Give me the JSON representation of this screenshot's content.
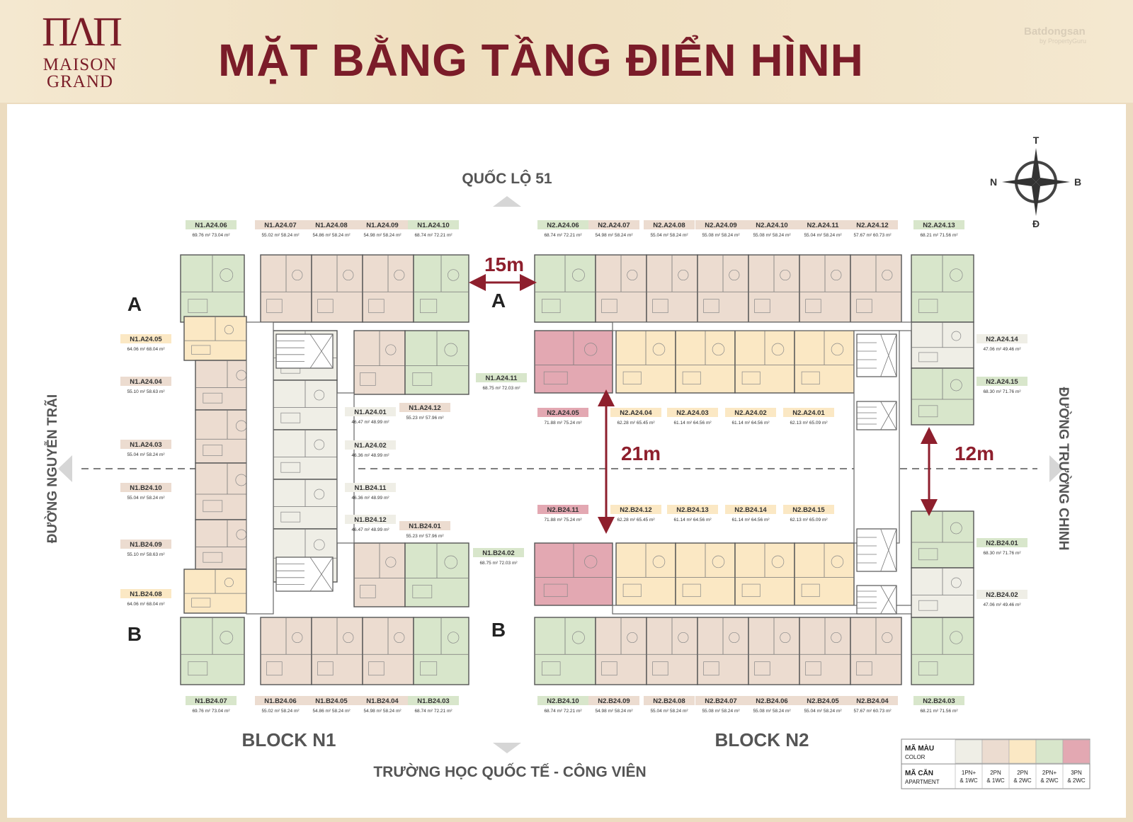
{
  "header": {
    "title": "MẶT BẰNG TẦNG ĐIỂN HÌNH",
    "logo_line1": "MAISON",
    "logo_line2": "GRAND",
    "watermark": "Batdongsan",
    "watermark_sub": "by PropertyGuru"
  },
  "roads": {
    "north": "QUỐC LỘ 51",
    "south": "TRƯỜNG HỌC QUỐC TẾ - CÔNG VIÊN",
    "west": "ĐƯỜNG NGUYỄN TRÃI",
    "east": "ĐƯỜNG TRƯỜNG CHINH"
  },
  "compass": {
    "n": "T",
    "s": "Đ",
    "w": "N",
    "e": "B"
  },
  "distances": {
    "d15": "15m",
    "d21": "21m",
    "d12": "12m"
  },
  "wings": {
    "a": "A",
    "b": "B"
  },
  "blocks": {
    "n1": "BLOCK N1",
    "n2": "BLOCK N2"
  },
  "legend": {
    "color_label": "MÃ MÀU",
    "color_sub": "COLOR",
    "apt_label": "MÃ CĂN",
    "apt_sub": "APARTMENT",
    "items": [
      {
        "l1": "1PN+",
        "l2": "& 1WC",
        "color": "#efeee6"
      },
      {
        "l1": "2PN",
        "l2": "& 1WC",
        "color": "#ecdcd0"
      },
      {
        "l1": "2PN",
        "l2": "& 2WC",
        "color": "#fbe8c4"
      },
      {
        "l1": "2PN+",
        "l2": "& 2WC",
        "color": "#d8e6cb"
      },
      {
        "l1": "3PN",
        "l2": "& 2WC",
        "color": "#e3a8b2"
      }
    ]
  },
  "colors": {
    "c1": "#efeee6",
    "c2": "#ecdcd0",
    "c3": "#fbe8c4",
    "c4": "#d8e6cb",
    "c5": "#e3a8b2",
    "accent": "#7b1c29"
  },
  "units": [
    {
      "code": "N1.A24.06",
      "area": "69.76 m²  73.04 m²",
      "t": "c4"
    },
    {
      "code": "N1.A24.07",
      "area": "55.02 m²  58.24 m²",
      "t": "c2"
    },
    {
      "code": "N1.A24.08",
      "area": "54.86 m²  58.24 m²",
      "t": "c2"
    },
    {
      "code": "N1.A24.09",
      "area": "54.98 m²  58.24 m²",
      "t": "c2"
    },
    {
      "code": "N1.A24.10",
      "area": "68.74 m²  72.21 m²",
      "t": "c4"
    },
    {
      "code": "N1.A24.05",
      "area": "64.06 m²  68.04 m²",
      "t": "c3"
    },
    {
      "code": "N1.A24.04",
      "area": "55.10 m²  58.63 m²",
      "t": "c2"
    },
    {
      "code": "N1.A24.03",
      "area": "55.04 m²  58.24 m²",
      "t": "c2"
    },
    {
      "code": "N1.B24.10",
      "area": "55.04 m²  58.24 m²",
      "t": "c2"
    },
    {
      "code": "N1.B24.09",
      "area": "55.10 m²  58.63 m²",
      "t": "c2"
    },
    {
      "code": "N1.B24.08",
      "area": "64.06 m²  68.04 m²",
      "t": "c3"
    },
    {
      "code": "N1.A24.11",
      "area": "68.75 m²  72.03 m²",
      "t": "c4"
    },
    {
      "code": "N1.A24.01",
      "area": "46.47 m²  48.99 m²",
      "t": "c1"
    },
    {
      "code": "N1.A24.12",
      "area": "55.23 m²  57.96 m²",
      "t": "c2"
    },
    {
      "code": "N1.A24.02",
      "area": "46.36 m²  48.99 m²",
      "t": "c1"
    },
    {
      "code": "N1.B24.11",
      "area": "46.36 m²  48.99 m²",
      "t": "c1"
    },
    {
      "code": "N1.B24.12",
      "area": "46.47 m²  48.99 m²",
      "t": "c1"
    },
    {
      "code": "N1.B24.01",
      "area": "55.23 m²  57.96 m²",
      "t": "c2"
    },
    {
      "code": "N1.B24.02",
      "area": "68.75 m²  72.03 m²",
      "t": "c4"
    },
    {
      "code": "N1.B24.07",
      "area": "69.76 m²  73.04 m²",
      "t": "c4"
    },
    {
      "code": "N1.B24.06",
      "area": "55.02 m²  58.24 m²",
      "t": "c2"
    },
    {
      "code": "N1.B24.05",
      "area": "54.86 m²  58.24 m²",
      "t": "c2"
    },
    {
      "code": "N1.B24.04",
      "area": "54.98 m²  58.24 m²",
      "t": "c2"
    },
    {
      "code": "N1.B24.03",
      "area": "68.74 m²  72.21 m²",
      "t": "c4"
    },
    {
      "code": "N2.A24.06",
      "area": "68.74 m²  72.21 m²",
      "t": "c4"
    },
    {
      "code": "N2.A24.07",
      "area": "54.98 m²  58.24 m²",
      "t": "c2"
    },
    {
      "code": "N2.A24.08",
      "area": "55.04 m²  58.24 m²",
      "t": "c2"
    },
    {
      "code": "N2.A24.09",
      "area": "55.08 m²  58.24 m²",
      "t": "c2"
    },
    {
      "code": "N2.A24.10",
      "area": "55.08 m²  58.24 m²",
      "t": "c2"
    },
    {
      "code": "N2.A24.11",
      "area": "55.04 m²  58.24 m²",
      "t": "c2"
    },
    {
      "code": "N2.A24.12",
      "area": "57.67 m²  60.73 m²",
      "t": "c2"
    },
    {
      "code": "N2.A24.13",
      "area": "68.21 m²  71.56 m²",
      "t": "c4"
    },
    {
      "code": "N2.A24.14",
      "area": "47.06 m²  49.46 m²",
      "t": "c1"
    },
    {
      "code": "N2.A24.15",
      "area": "68.30 m²  71.76 m²",
      "t": "c4"
    },
    {
      "code": "N2.A24.05",
      "area": "71.88 m²  75.24 m²",
      "t": "c5"
    },
    {
      "code": "N2.A24.04",
      "area": "62.28 m²  65.45 m²",
      "t": "c3"
    },
    {
      "code": "N2.A24.03",
      "area": "61.14 m²  64.56 m²",
      "t": "c3"
    },
    {
      "code": "N2.A24.02",
      "area": "61.14 m²  64.56 m²",
      "t": "c3"
    },
    {
      "code": "N2.A24.01",
      "area": "62.13 m²  65.09 m²",
      "t": "c3"
    },
    {
      "code": "N2.B24.11",
      "area": "71.88 m²  75.24 m²",
      "t": "c5"
    },
    {
      "code": "N2.B24.12",
      "area": "62.28 m²  65.45 m²",
      "t": "c3"
    },
    {
      "code": "N2.B24.13",
      "area": "61.14 m²  64.56 m²",
      "t": "c3"
    },
    {
      "code": "N2.B24.14",
      "area": "61.14 m²  64.56 m²",
      "t": "c3"
    },
    {
      "code": "N2.B24.15",
      "area": "62.13 m²  65.09 m²",
      "t": "c3"
    },
    {
      "code": "N2.B24.01",
      "area": "68.30 m²  71.76 m²",
      "t": "c4"
    },
    {
      "code": "N2.B24.02",
      "area": "47.06 m²  49.46 m²",
      "t": "c1"
    },
    {
      "code": "N2.B24.10",
      "area": "68.74 m²  72.21 m²",
      "t": "c4"
    },
    {
      "code": "N2.B24.09",
      "area": "54.98 m²  58.24 m²",
      "t": "c2"
    },
    {
      "code": "N2.B24.08",
      "area": "55.04 m²  58.24 m²",
      "t": "c2"
    },
    {
      "code": "N2.B24.07",
      "area": "55.08 m²  58.24 m²",
      "t": "c2"
    },
    {
      "code": "N2.B24.06",
      "area": "55.08 m²  58.24 m²",
      "t": "c2"
    },
    {
      "code": "N2.B24.05",
      "area": "55.04 m²  58.24 m²",
      "t": "c2"
    },
    {
      "code": "N2.B24.04",
      "area": "57.67 m²  60.73 m²",
      "t": "c2"
    },
    {
      "code": "N2.B24.03",
      "area": "68.21 m²  71.56 m²",
      "t": "c4"
    }
  ]
}
